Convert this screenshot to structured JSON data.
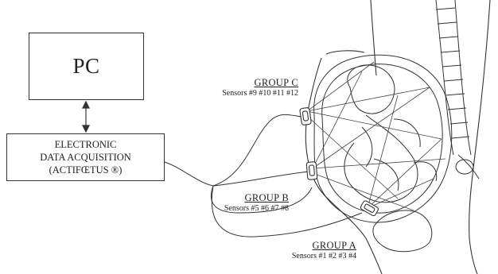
{
  "pc": {
    "label": "PC"
  },
  "acquisition": {
    "line1": "ELECTRONIC",
    "line2": "DATA ACQUISITION",
    "line3": "(ACTIFŒTUS ®)"
  },
  "groups": [
    {
      "title": "GROUP C",
      "sensors": "Sensors #9 #10 #11 #12"
    },
    {
      "title": "GROUP B",
      "sensors": "Sensors #5 #6 #7 #8"
    },
    {
      "title": "GROUP A",
      "sensors": "Sensors #1 #2 #3 #4"
    }
  ]
}
